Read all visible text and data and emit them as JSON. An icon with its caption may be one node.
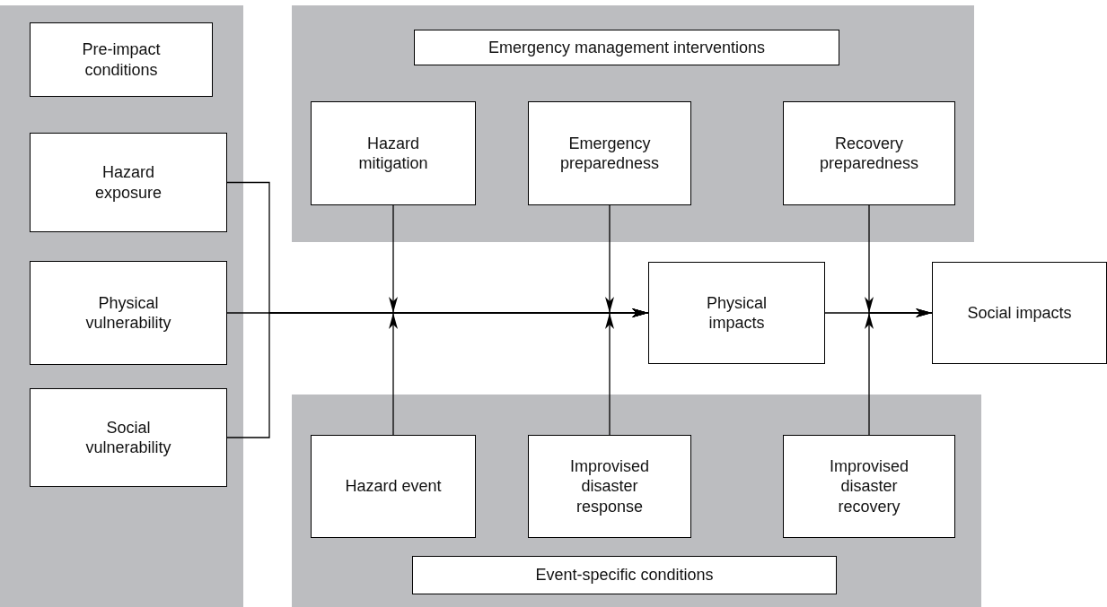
{
  "diagram": {
    "nodes": [
      {
        "text": [],
        "shape": "band"
      },
      {
        "text": [
          "Pre-impact conditions"
        ],
        "in": 0
      },
      {
        "text": [
          "Hazard exposure"
        ],
        "in": 0
      },
      {
        "text": [
          "Physical vulnerability"
        ],
        "in": 0
      },
      {
        "text": [
          "Social vulnerability"
        ],
        "in": 0
      },
      {
        "text": [],
        "shape": "band"
      },
      {
        "text": [
          "Emergency management interventions"
        ],
        "in": 5
      },
      {
        "text": [
          "Hazard mitigation"
        ],
        "in": 5
      },
      {
        "text": [
          "Emergency preparedness"
        ],
        "in": 5
      },
      {
        "text": [
          "Recovery preparedness"
        ],
        "in": 5
      },
      {
        "text": [
          "Physical impacts"
        ]
      },
      {
        "text": [
          "Social impacts"
        ]
      },
      {
        "text": [],
        "shape": "band"
      },
      {
        "text": [
          "Hazard event"
        ],
        "in": 12
      },
      {
        "text": [
          "Improvised disaster response"
        ],
        "in": 12
      },
      {
        "text": [
          "Improvised disaster recovery"
        ],
        "in": 12
      },
      {
        "text": [
          "Event-specific conditions"
        ],
        "in": 12
      }
    ],
    "edges": [
      {
        "from": 2,
        "to": 10,
        "arrow": "to"
      },
      {
        "from": 3,
        "to": 10,
        "arrow": "to"
      },
      {
        "from": 4,
        "to": 10,
        "arrow": "to"
      },
      {
        "from": 7,
        "to": 10,
        "arrow": "to"
      },
      {
        "from": 13,
        "to": 10,
        "arrow": "to"
      },
      {
        "from": 8,
        "to": 10,
        "arrow": "to"
      },
      {
        "from": 14,
        "to": 10,
        "arrow": "to"
      },
      {
        "from": 10,
        "to": 11,
        "arrow": "to"
      },
      {
        "from": 9,
        "to": 11,
        "arrow": "to"
      },
      {
        "from": 15,
        "to": 11,
        "arrow": "to"
      }
    ]
  }
}
